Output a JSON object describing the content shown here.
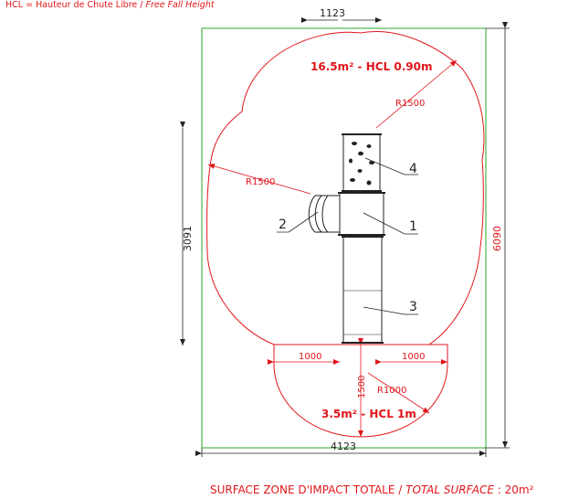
{
  "legend": {
    "abbr": "HCL",
    "equals": " = ",
    "french": "Hauteur de Chute Libre",
    "separator": " / ",
    "english": "Free Fall Height"
  },
  "dimensions": {
    "top_width": "1123",
    "left_height": "3091",
    "right_height": "6090",
    "bottom_width": "4123",
    "lower_left": "1000",
    "lower_right": "1000",
    "lower_depth": "1500"
  },
  "radii": {
    "top": "R1500",
    "left": "R1500",
    "lower": "R1000"
  },
  "zones": {
    "main": "16.5m² - HCL 0.90m",
    "lower": "3.5m² - HCL 1m"
  },
  "parts": [
    "1",
    "2",
    "3",
    "4"
  ],
  "footer": {
    "french": "SURFACE ZONE D'IMPACT TOTALE",
    "separator": " / ",
    "english": "TOTAL SURFACE",
    "value": " : 20m²"
  },
  "colors": {
    "dimension_red": "#e0161b",
    "boundary_green": "#2aa52a",
    "structure_black": "#222222"
  }
}
